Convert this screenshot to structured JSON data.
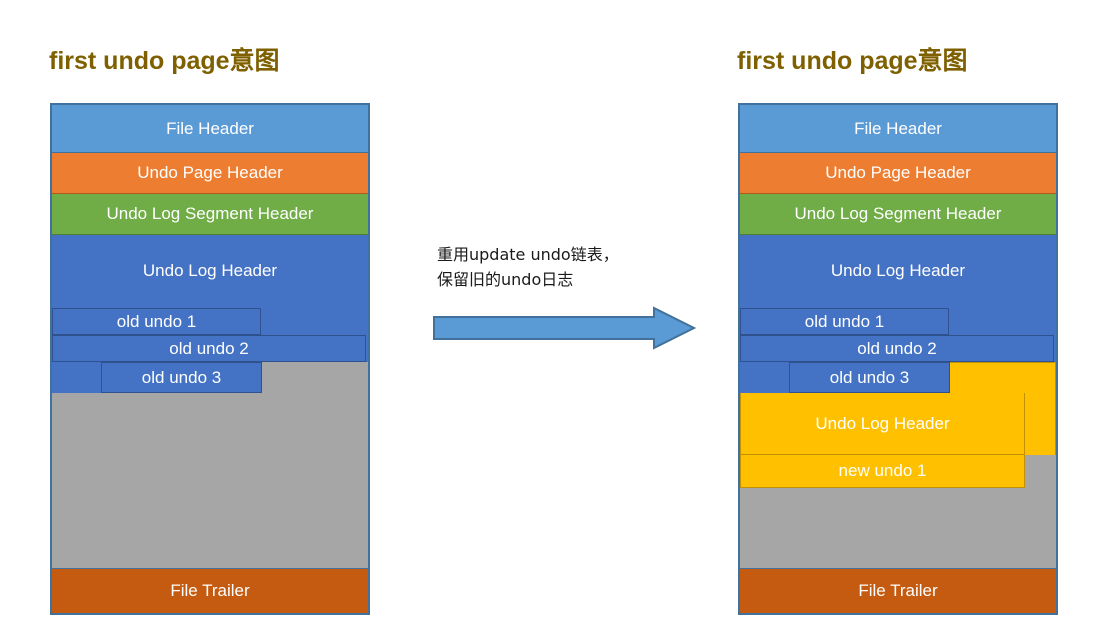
{
  "left_panel": {
    "title": "first undo page意图",
    "bands": [
      {
        "label": "File Header",
        "color": "#5B9BD5"
      },
      {
        "label": "Undo Page Header",
        "color": "#ED7D31"
      },
      {
        "label": "Undo Log Segment Header",
        "color": "#70AD47"
      },
      {
        "label": "Undo Log Header",
        "color": "#4472C4"
      }
    ],
    "undo_records": [
      {
        "label": "old undo 1",
        "color": "#4472C4"
      },
      {
        "label": "old undo 2",
        "color": "#4472C4"
      },
      {
        "label": "old undo 3",
        "color": "#4472C4"
      }
    ],
    "free_space_color": "#A6A6A6",
    "trailer": {
      "label": "File Trailer",
      "color": "#C55A11"
    }
  },
  "right_panel": {
    "title": "first undo page意图",
    "bands": [
      {
        "label": "File Header",
        "color": "#5B9BD5"
      },
      {
        "label": "Undo Page Header",
        "color": "#ED7D31"
      },
      {
        "label": "Undo Log Segment Header",
        "color": "#70AD47"
      },
      {
        "label": "Undo Log Header",
        "color": "#4472C4"
      }
    ],
    "undo_records": [
      {
        "label": "old undo 1",
        "color": "#4472C4"
      },
      {
        "label": "old undo 2",
        "color": "#4472C4"
      },
      {
        "label": "old undo 3",
        "color": "#4472C4"
      }
    ],
    "new_section": {
      "header_label": "Undo Log Header",
      "record_label": "new undo 1",
      "color": "#FFC000",
      "border_color": "#BF9000"
    },
    "free_space_color": "#A6A6A6",
    "trailer": {
      "label": "File Trailer",
      "color": "#C55A11"
    }
  },
  "transition": {
    "note_line_1": "重用update undo链表，",
    "note_line_2": "保留旧的undo日志",
    "note_text": "重用update undo链表，\n保留旧的undo日志",
    "arrow_color": "#5B9BD5",
    "arrow_border_color": "#41719C",
    "arrow_direction": "right"
  },
  "canvas": {
    "background": "#FFFFFF",
    "title_color": "#7F6000"
  }
}
